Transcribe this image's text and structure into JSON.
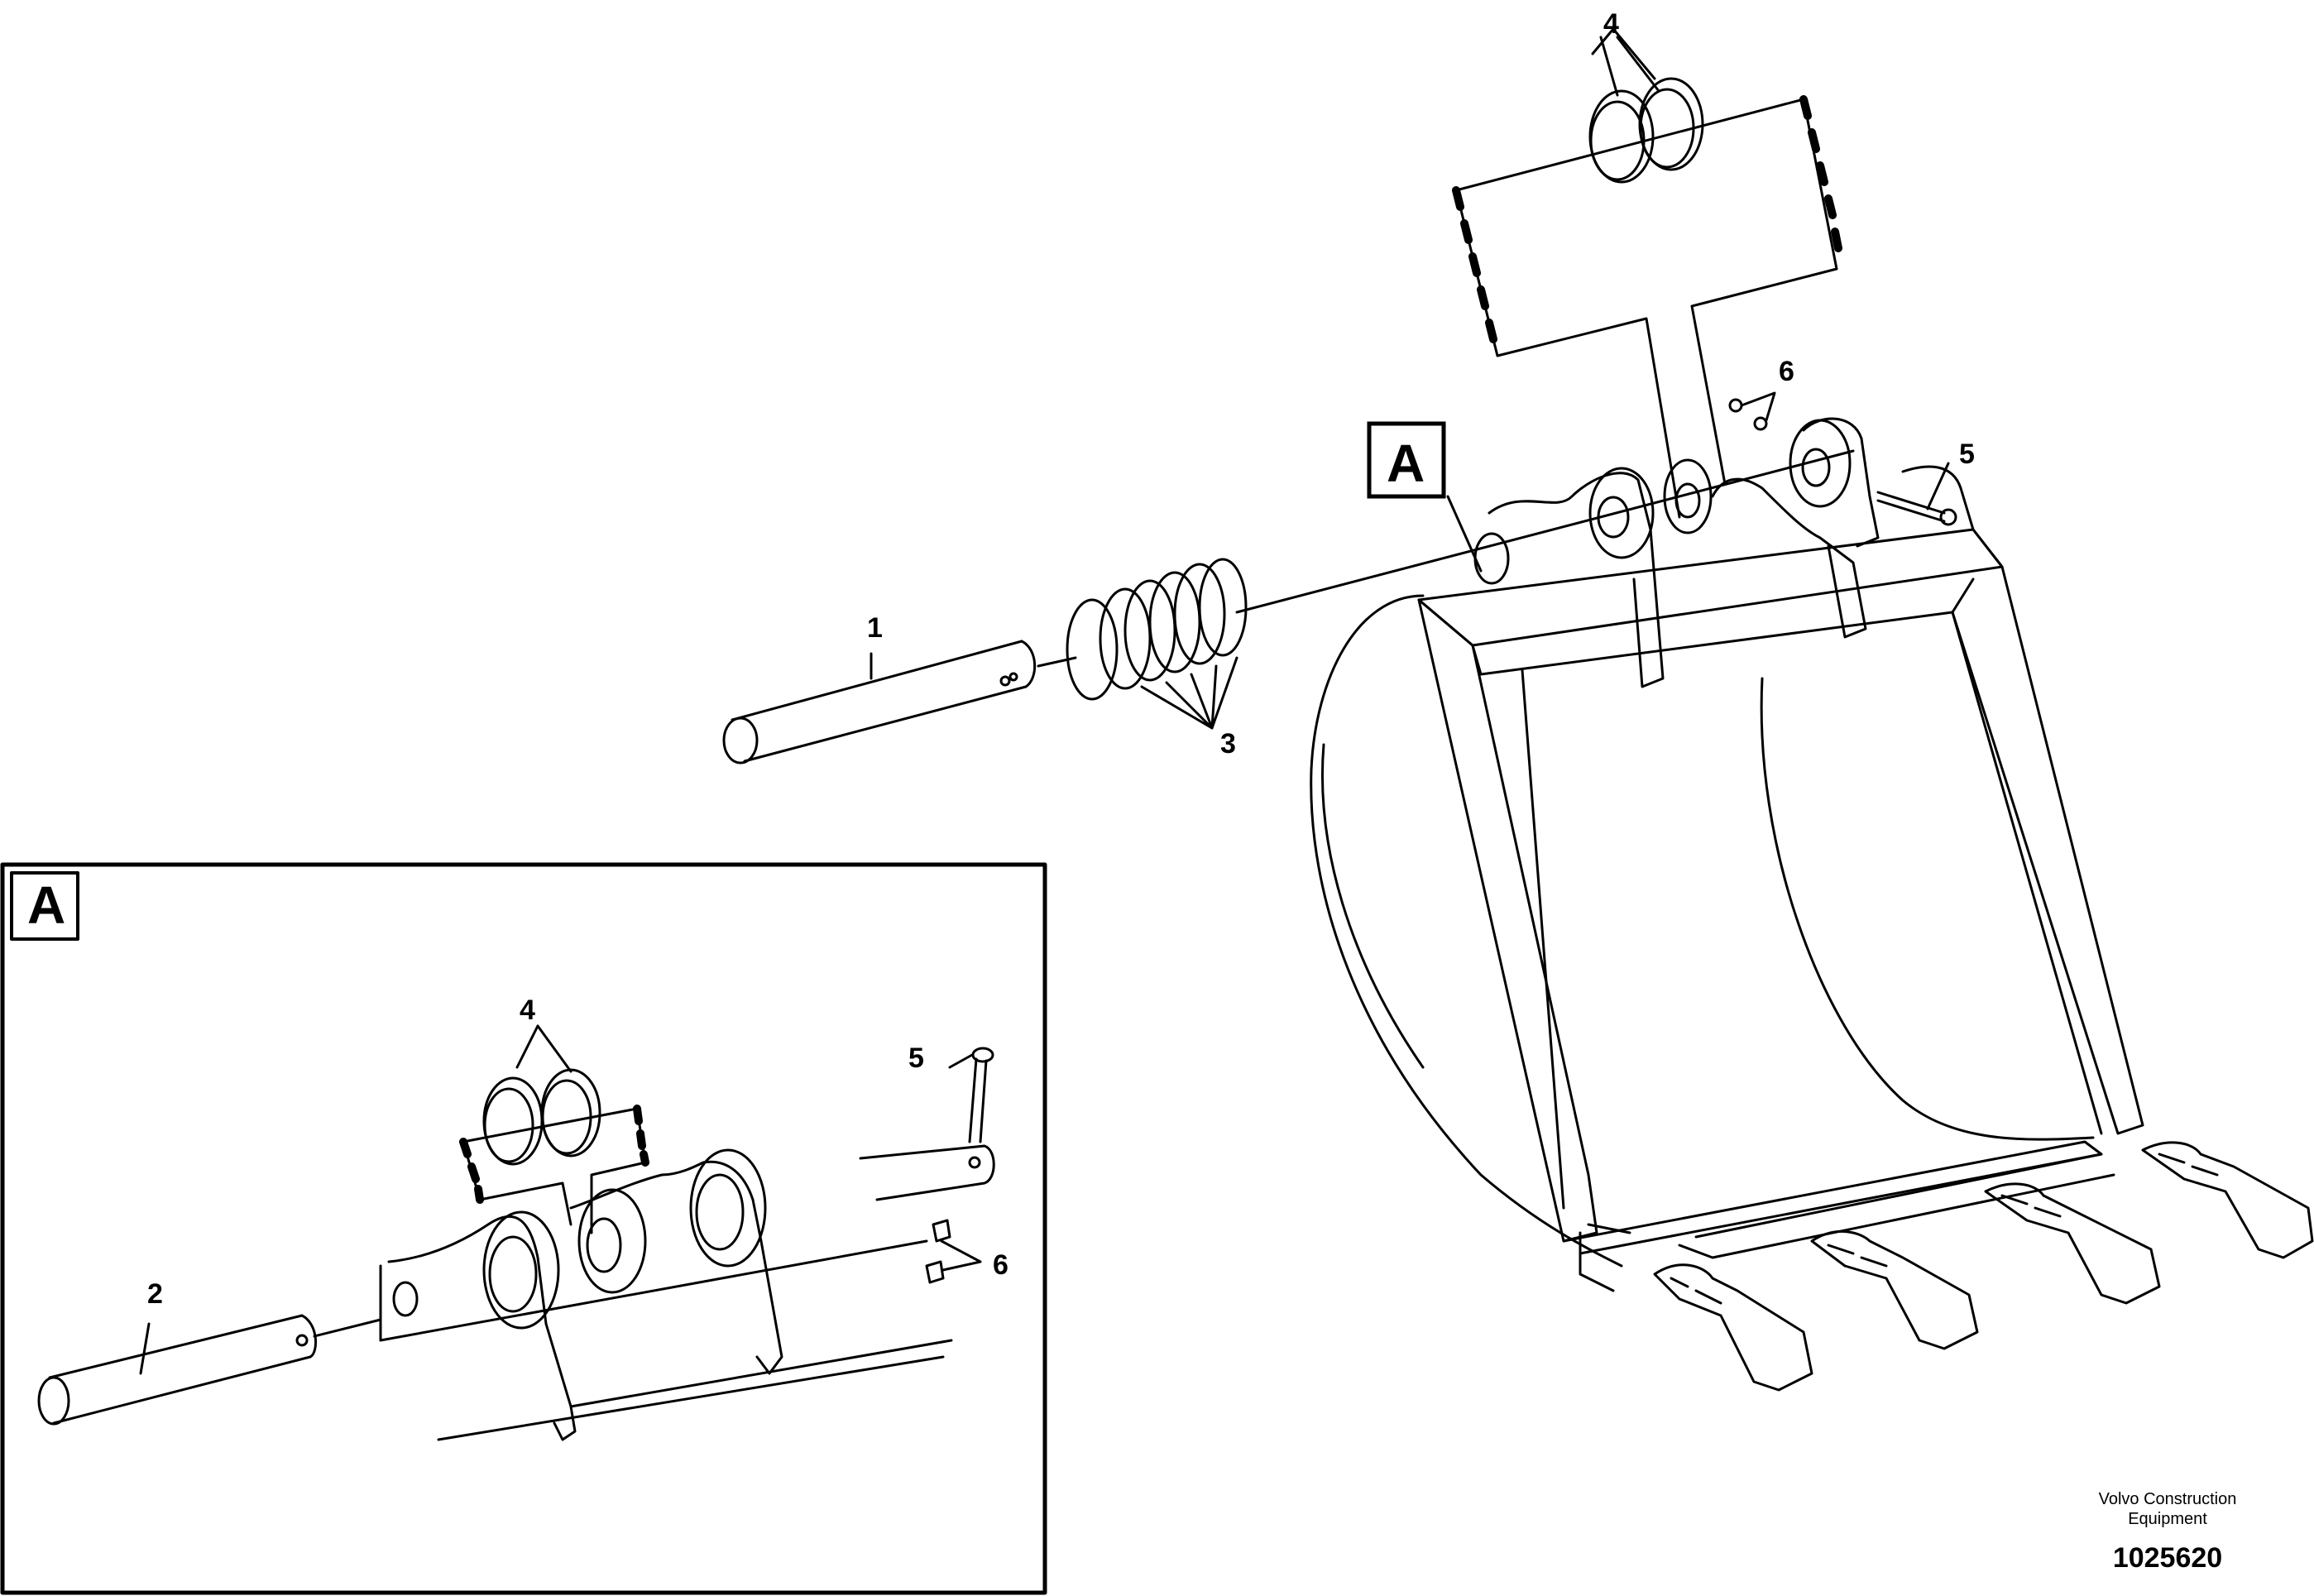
{
  "callouts": {
    "item1": "1",
    "item2": "2",
    "item3": "3",
    "item4_main": "4",
    "item5_main": "5",
    "item6_main": "6",
    "item4_detail": "4",
    "item5_detail": "5",
    "item6_detail": "6"
  },
  "detail_label": "A",
  "detail_marker": "A",
  "footer": {
    "brand_line1": "Volvo Construction",
    "brand_line2": "Equipment",
    "doc_number": "1025620"
  }
}
